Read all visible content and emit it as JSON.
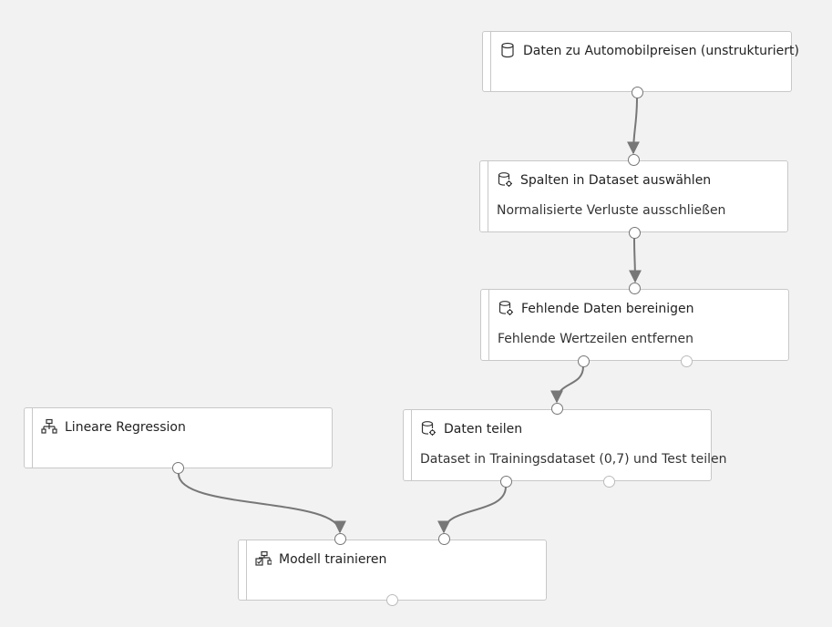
{
  "modules": {
    "automobile": {
      "title": "Daten zu Automobilpreisen (unstrukturiert)",
      "icon": "dataset-icon"
    },
    "select_columns": {
      "title": "Spalten in Dataset auswählen",
      "subtitle": "Normalisierte Verluste ausschließen",
      "icon": "dataset-gear-icon"
    },
    "clean_missing": {
      "title": "Fehlende Daten bereinigen",
      "subtitle": "Fehlende Wertzeilen entfernen",
      "icon": "dataset-gear-icon"
    },
    "split_data": {
      "title": "Daten teilen",
      "subtitle": "Dataset in Trainingsdataset (0,7) und Test teilen",
      "icon": "dataset-gear-icon"
    },
    "linear_regression": {
      "title": "Lineare Regression",
      "icon": "hierarchy-icon"
    },
    "train_model": {
      "title": "Modell trainieren",
      "icon": "train-model-icon"
    }
  },
  "connections": [
    {
      "from": "automobile.out",
      "to": "select_columns.in"
    },
    {
      "from": "select_columns.out",
      "to": "clean_missing.in"
    },
    {
      "from": "clean_missing.out1",
      "to": "split_data.in"
    },
    {
      "from": "linear_regression.out",
      "to": "train_model.in1"
    },
    {
      "from": "split_data.out1",
      "to": "train_model.in2"
    }
  ],
  "colors": {
    "background": "#f2f2f2",
    "module_bg": "#ffffff",
    "module_border": "#c8c8c8",
    "wire": "#777777"
  }
}
